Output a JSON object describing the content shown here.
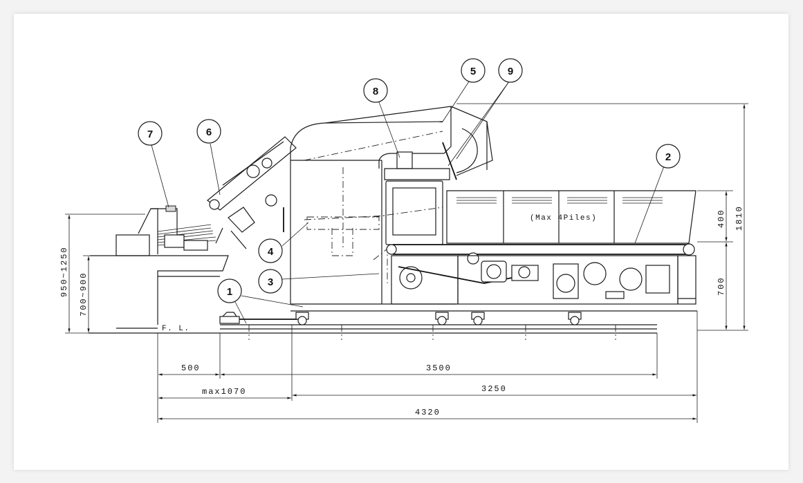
{
  "callouts": [
    "1",
    "2",
    "3",
    "4",
    "5",
    "6",
    "7",
    "8",
    "9"
  ],
  "note_max_piles": "(Max 4Piles)",
  "floor_label": "F. L.",
  "dimensions": {
    "w500": "500",
    "w3500": "3500",
    "wmax1070": "max1070",
    "w3250": "3250",
    "w4320": "4320",
    "h400": "400",
    "h1810": "1810",
    "h700": "700",
    "h950_1250": "950~1250",
    "h700_900": "700~900"
  }
}
